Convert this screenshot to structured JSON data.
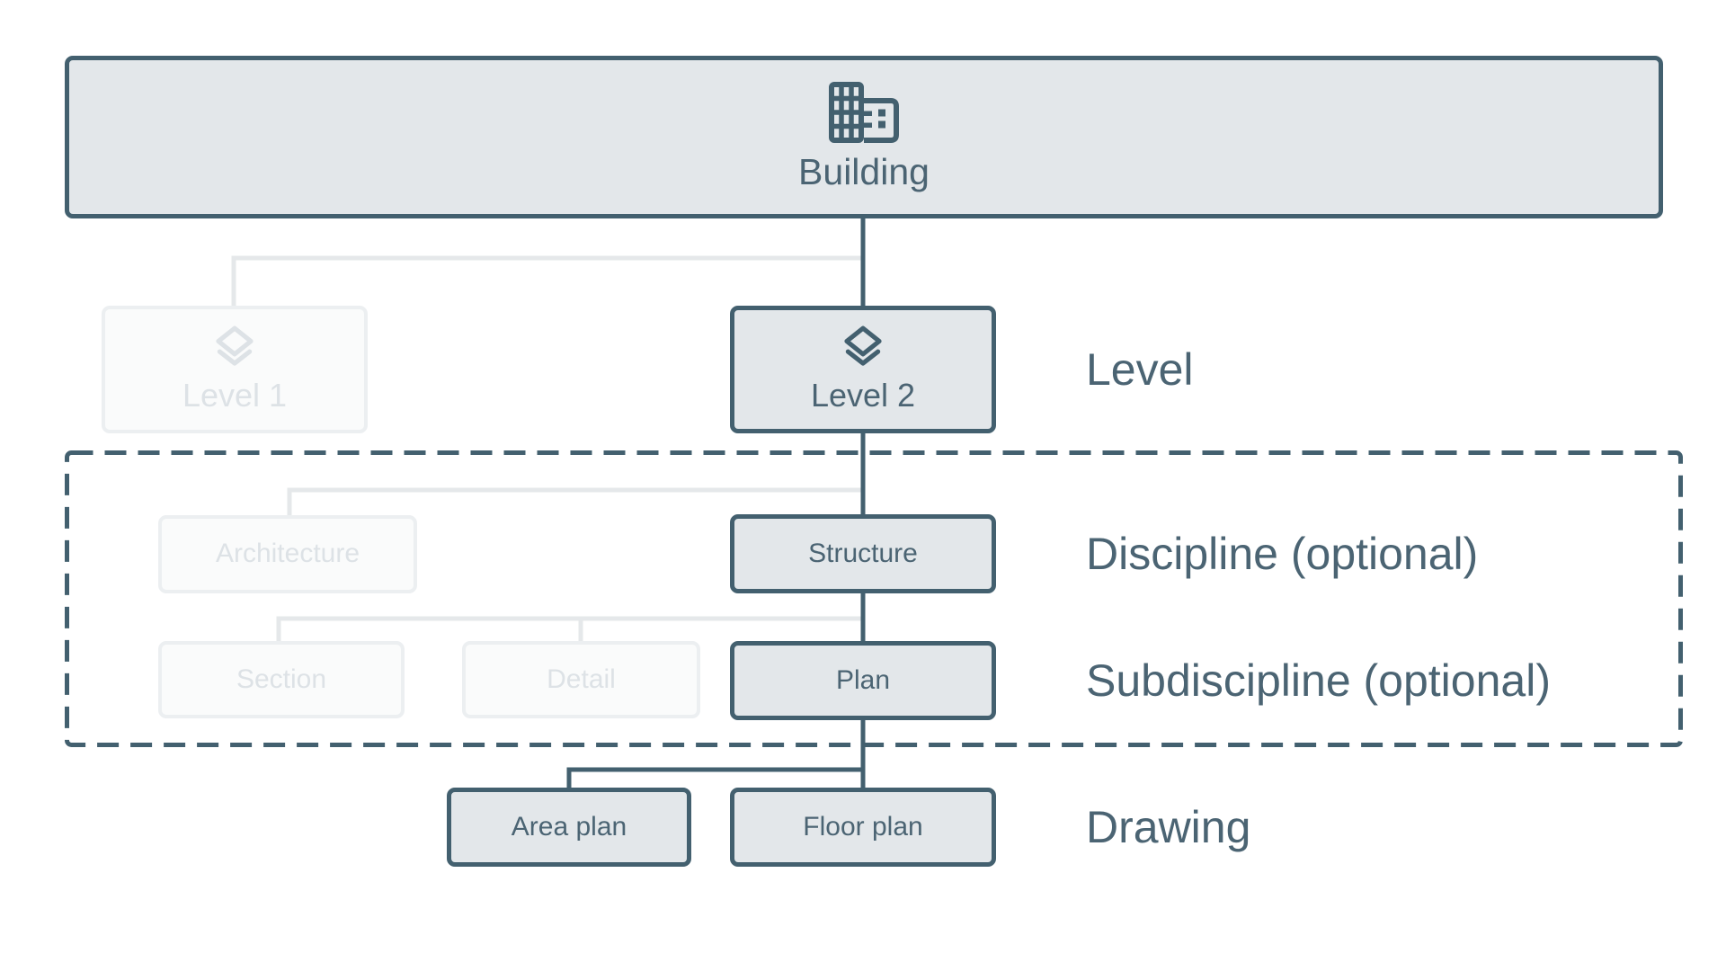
{
  "nodes": {
    "building": "Building",
    "level1": "Level 1",
    "level2": "Level 2",
    "architecture": "Architecture",
    "structure": "Structure",
    "section": "Section",
    "detail": "Detail",
    "plan": "Plan",
    "area_plan": "Area plan",
    "floor_plan": "Floor plan"
  },
  "row_labels": {
    "level": "Level",
    "discipline": "Discipline (optional)",
    "subdiscipline": "Subdiscipline (optional)",
    "drawing": "Drawing"
  },
  "icons": {
    "building": "building-icon",
    "level": "layers-icon"
  },
  "colors": {
    "accent_dark": "#43606f",
    "text": "#4b6473",
    "node_fill": "#e3e7ea",
    "faded_border": "#eceff1",
    "faded_fill": "#fafbfb",
    "faded_text": "#dde2e6",
    "faded_line": "#e5e8ea",
    "background": "#ffffff"
  }
}
